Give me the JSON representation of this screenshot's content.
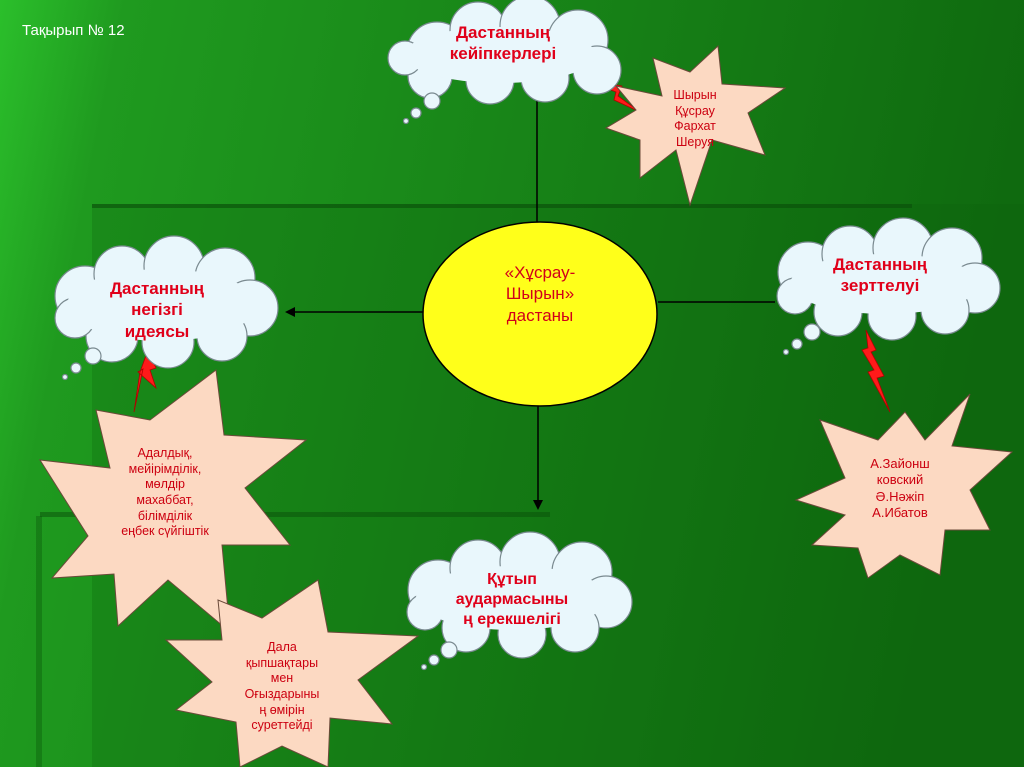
{
  "title": "Тақырып № 12",
  "center": {
    "text": "«Хұсрау-\nШырын»\nдастаны"
  },
  "clouds": {
    "characters": "Дастанның\nкейіпкерлері",
    "idea": "Дастанның\nнегізгі\nидеясы",
    "research": "Дастанның\nзерттелуі",
    "translation": "Құтып\nаудармасыны\nң ерекшелігі"
  },
  "stars": {
    "characters": "Шырын\nҚұсрау\nФархат\nШеруя",
    "idea": "Адалдық,\nмейірімділік,\nмөлдір\nмахаббат,\nбілімділік\nеңбек сүйгіштік",
    "research": "А.Зайонш\nковский\nӘ.Нәжіп\nА.Ибатов",
    "translation": "Дала\nқыпшақтары\nмен\nОғыздарыны\nң өмірін\nсуреттейді"
  },
  "colors": {
    "background_dark": "#0f6a0f",
    "background_light": "#2dc42d",
    "center_fill": "#ffff1a",
    "cloud_fill": "#e9f7fc",
    "star_fill": "#fcd9c2",
    "text_red": "#e0001a",
    "lightning": "#ff1a1a"
  }
}
